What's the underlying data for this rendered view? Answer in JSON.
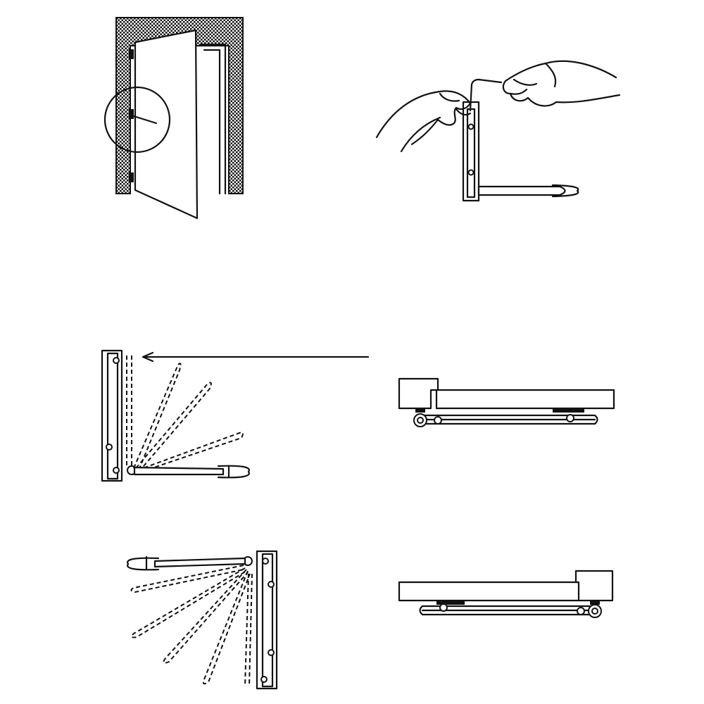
{
  "figure": {
    "background": "#ffffff",
    "ink_color": "#111111",
    "wall_hatch_color": "#111111",
    "panels": [
      {
        "name": "door-with-hinge-callout"
      },
      {
        "name": "hands-adjusting-hinge-with-hex-key"
      },
      {
        "name": "hinge-arm-swing-closing-right"
      },
      {
        "name": "door-edge-with-closer-side-a"
      },
      {
        "name": "hinge-arm-swing-closing-left"
      },
      {
        "name": "door-edge-with-closer-side-b"
      }
    ]
  }
}
